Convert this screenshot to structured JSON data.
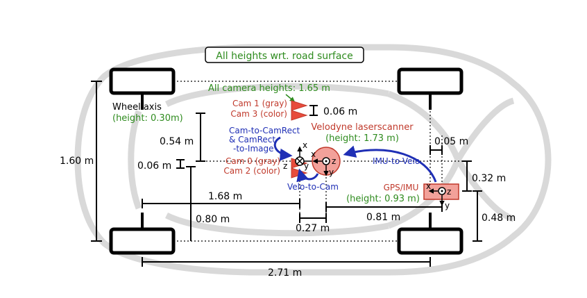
{
  "title": "All heights wrt. road surface",
  "wheel_axis": {
    "label": "Wheel axis",
    "height": "(height: 0.30m)"
  },
  "cameras": {
    "heights_label": "All camera heights: 1.65 m",
    "cam1": "Cam 1 (gray)",
    "cam3": "Cam 3 (color)",
    "cam0": "Cam 0 (gray)",
    "cam2": "Cam 2 (color)",
    "offset_top": "0.06 m",
    "offset_left": "0.06 m"
  },
  "velodyne": {
    "label": "Velodyne laserscanner",
    "height": "(height: 1.73 m)"
  },
  "gps_imu": {
    "label": "GPS/IMU",
    "height": "(height: 0.93 m)"
  },
  "transforms": {
    "cam_rect_1": "Cam-to-CamRect",
    "cam_rect_2": "& CamRect",
    "cam_rect_3": "-to-Image",
    "velo_to_cam": "Velo-to-Cam",
    "imu_to_velo": "IMU-to-Velo"
  },
  "dimensions": {
    "d160": "1.60 m",
    "d054": "0.54 m",
    "d168": "1.68 m",
    "d080": "0.80 m",
    "d027": "0.27 m",
    "d081": "0.81 m",
    "d005": "0.05 m",
    "d032": "0.32 m",
    "d048": "0.48 m",
    "d271": "2.71 m"
  },
  "axes": {
    "x": "x",
    "y": "y",
    "z": "z"
  },
  "colors": {
    "green": "#2e8b1e",
    "red": "#c0392b",
    "blue": "#1f2fb5",
    "car": "#d9d9d9"
  }
}
